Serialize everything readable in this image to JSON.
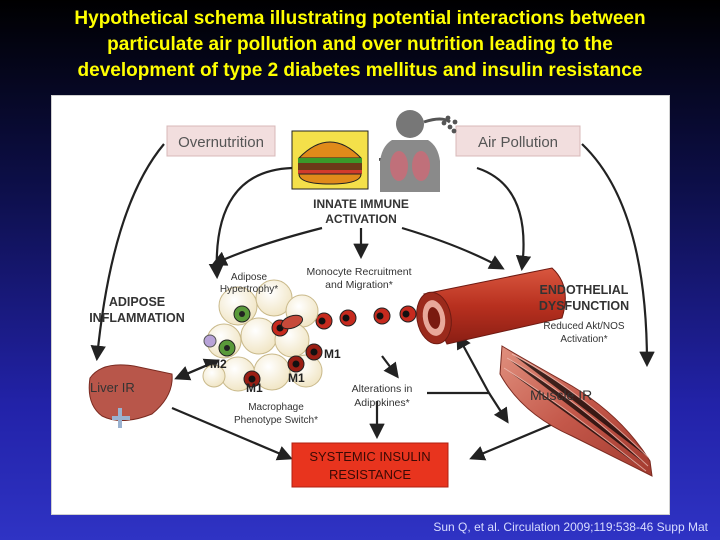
{
  "slide": {
    "title_lines": [
      "Hypothetical schema illustrating potential interactions between",
      "particulate air pollution and over nutrition leading to the",
      "development of type 2 diabetes mellitus and insulin resistance"
    ],
    "citation": "Sun Q, et al. Circulation 2009;119:538-46 Supp Mat"
  },
  "diagram": {
    "overnutrition": "Overnutrition",
    "air_pollution": "Air Pollution",
    "plus": "+",
    "innate_immune": [
      "INNATE IMMUNE",
      "ACTIVATION"
    ],
    "adipose_hypertrophy": [
      "Adipose",
      "Hypertrophy*"
    ],
    "monocyte_recruitment": [
      "Monocyte Recruitment",
      "and Migration*"
    ],
    "adipose_inflammation": [
      "ADIPOSE",
      "INFLAMMATION"
    ],
    "endothelial_dysfunction": [
      "ENDOTHELIAL",
      "DYSFUNCTION"
    ],
    "reduced_akt": [
      "Reduced Akt/NOS",
      "Activation*"
    ],
    "liver_ir": "Liver IR",
    "muscle_ir": "Muscle IR",
    "m2_label": "M2",
    "m1_label": "M1",
    "macrophage_switch": [
      "Macrophage",
      "Phenotype Switch*"
    ],
    "alterations": [
      "Alterations in",
      "Adipokines*"
    ],
    "systemic": [
      "SYSTEMIC INSULIN",
      "RESISTANCE"
    ]
  },
  "colors": {
    "title": "#ffff00",
    "label_box": "#f2dede",
    "systemic_box": "#e8341e",
    "vessel": "#b02a1e",
    "arrow": "#222222"
  }
}
